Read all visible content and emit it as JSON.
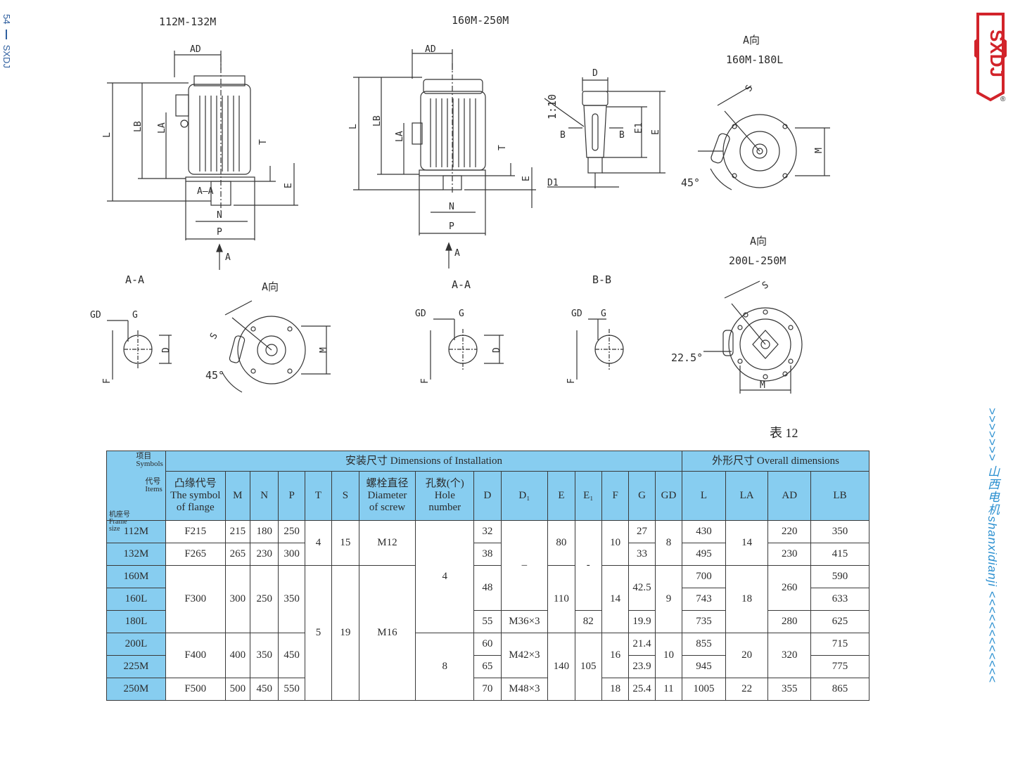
{
  "page": {
    "number": "54",
    "brand": "SXDJ"
  },
  "logo": {
    "text": "SXDJ",
    "mark": "®"
  },
  "ribbon": {
    "text": ">>>>>>> 山西电机shanxidianji <<<<<<<<<<<<"
  },
  "drawings": {
    "view1_title": "112M-132M",
    "view2_title": "160M-250M",
    "view3_title": "A向",
    "view3_sub": "160M-180L",
    "view4_title": "A向",
    "view4_sub": "200L-250M",
    "aa_left": "A-A",
    "aview_left": "A向",
    "aa_mid": "A-A",
    "bb": "B-B",
    "angle_45a": "45°",
    "angle_45b": "45°",
    "angle_225": "22.5°",
    "taper": "1:10",
    "labels": {
      "AD": "AD",
      "L": "L",
      "LB": "LB",
      "LA": "LA",
      "T": "T",
      "E": "E",
      "N": "N",
      "P": "P",
      "A": "A",
      "AA": "A—A",
      "D": "D",
      "D1": "D1",
      "B": "B",
      "E1": "E1",
      "S": "S",
      "M": "M",
      "GD": "GD",
      "G": "G",
      "F": "F"
    }
  },
  "table": {
    "caption": "表 12",
    "corner": {
      "items_top": "项目\nSymbols",
      "items_mid": "代号\nItems",
      "frame": "机座号\nFrame\nsize"
    },
    "group_install": "安装尺寸 Dimensions of Installation",
    "group_overall": "外形尺寸 Overall dimensions",
    "col_flange": "凸缘代号 The symbol of flange",
    "col_flange_cn": "凸缘代号",
    "col_flange_en1": "The symbol",
    "col_flange_en2": "of flange",
    "col_M": "M",
    "col_N": "N",
    "col_P": "P",
    "col_T": "T",
    "col_S": "S",
    "col_screw_cn": "螺栓直径",
    "col_screw_en1": "Diameter",
    "col_screw_en2": "of screw",
    "col_hole_cn": "孔数(个)",
    "col_hole_en1": "Hole",
    "col_hole_en2": "number",
    "col_D": "D",
    "col_D1": "D₁",
    "col_E": "E",
    "col_E1": "E₁",
    "col_F": "F",
    "col_G": "G",
    "col_GD": "GD",
    "col_L": "L",
    "col_LA": "LA",
    "col_AD": "AD",
    "col_LB": "LB",
    "frames": [
      "112M",
      "132M",
      "160M",
      "160L",
      "180L",
      "200L",
      "225M",
      "250M"
    ],
    "flange": [
      "F215",
      "F265",
      "F300",
      "F400",
      "F500"
    ],
    "M": [
      "215",
      "265",
      "300",
      "400",
      "500"
    ],
    "N": [
      "180",
      "230",
      "250",
      "350",
      "450"
    ],
    "P": [
      "250",
      "300",
      "350",
      "450",
      "550"
    ],
    "T": [
      "4",
      "5"
    ],
    "S": [
      "15",
      "19"
    ],
    "screw": [
      "M12",
      "M16"
    ],
    "hole": [
      "4",
      "8"
    ],
    "D": [
      "32",
      "38",
      "48",
      "55",
      "60",
      "65",
      "70"
    ],
    "D1": [
      "–",
      "M36×3",
      "M42×3",
      "M48×3"
    ],
    "E": [
      "80",
      "110",
      "140"
    ],
    "E1": [
      "-",
      "82",
      "105"
    ],
    "F": [
      "10",
      "14",
      "16",
      "18"
    ],
    "G": [
      "27",
      "33",
      "42.5",
      "19.9",
      "21.4",
      "23.9",
      "25.4"
    ],
    "GD": [
      "8",
      "9",
      "10",
      "11"
    ],
    "L": [
      "430",
      "495",
      "700",
      "743",
      "735",
      "855",
      "945",
      "1005"
    ],
    "LA": [
      "14",
      "18",
      "20",
      "22"
    ],
    "AD": [
      "220",
      "230",
      "260",
      "280",
      "320",
      "355"
    ],
    "LB": [
      "350",
      "415",
      "590",
      "633",
      "625",
      "715",
      "775",
      "865"
    ]
  }
}
